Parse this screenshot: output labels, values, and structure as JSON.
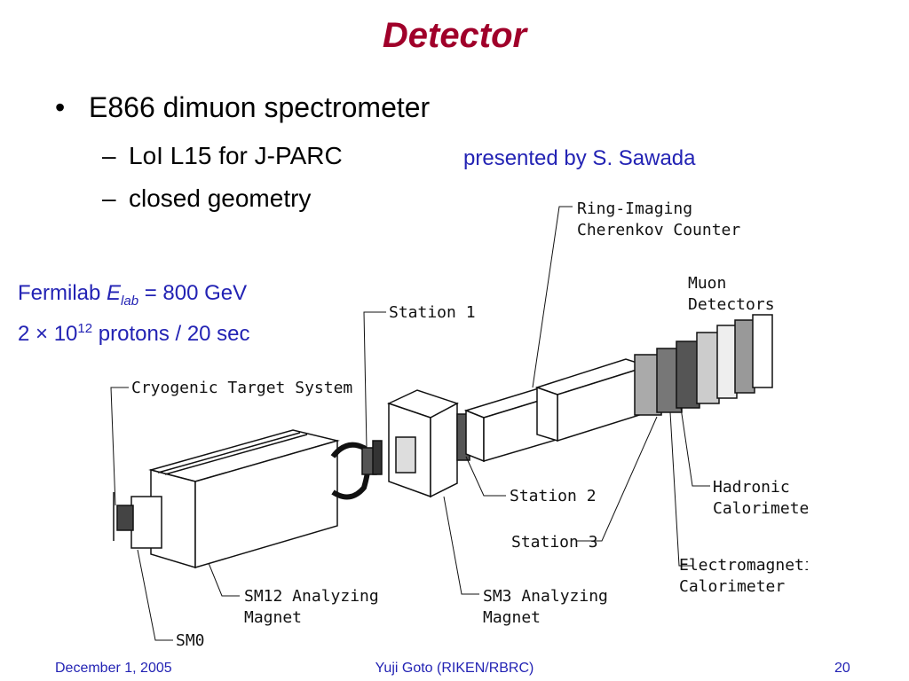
{
  "slide": {
    "title": "Detector",
    "bullet": "E866 dimuon spectrometer",
    "sub_items": [
      "LoI L15 for J-PARC",
      "closed geometry"
    ],
    "presented_by": "presented by S. Sawada",
    "beam": {
      "line1_prefix": "Fermilab ",
      "line1_symbol": "E",
      "line1_subscript": "lab",
      "line1_suffix": " = 800 GeV",
      "line2_prefix": "2 × 10",
      "line2_exponent": "12",
      "line2_suffix": " protons / 20 sec"
    },
    "diagram_labels": {
      "rich": [
        "Ring-Imaging",
        "Cherenkov Counter"
      ],
      "muon": [
        "Muon",
        "Detectors"
      ],
      "station1": "Station 1",
      "target": "Cryogenic Target System",
      "station2": "Station 2",
      "station3": "Station 3",
      "hadronic": [
        "Hadronic",
        "Calorimeter"
      ],
      "em": [
        "Electromagnetic",
        "Calorimeter"
      ],
      "sm12": [
        "SM12 Analyzing",
        "Magnet"
      ],
      "sm3": [
        "SM3 Analyzing",
        "Magnet"
      ],
      "sm0": "SM0"
    },
    "footer": {
      "date": "December 1, 2005",
      "author": "Yuji Goto (RIKEN/RBRC)",
      "page": "20"
    }
  }
}
